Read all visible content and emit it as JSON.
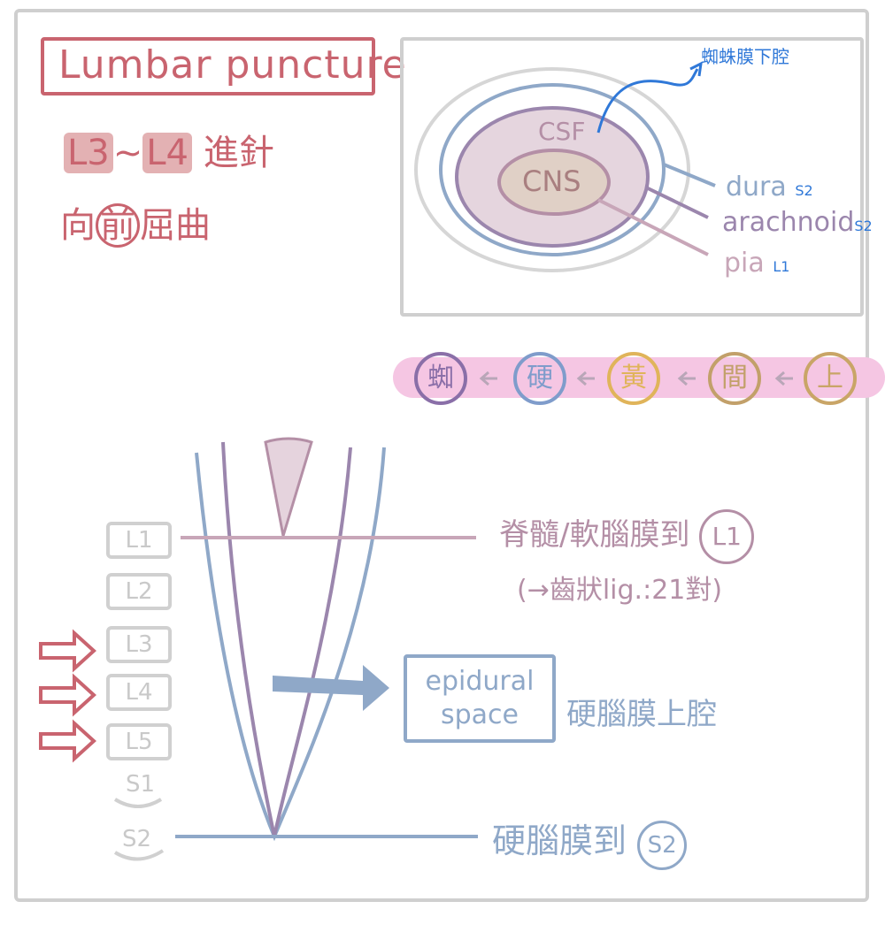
{
  "title": "Lumbar puncture",
  "notes": {
    "level_a": "L3",
    "tilde": "~",
    "level_b": "L4",
    "needle": "進針",
    "flex_pre": "向",
    "flex_circled": "前",
    "flex_post": "屈曲"
  },
  "meninges": {
    "subarachnoid_label": "蜘蛛膜下腔",
    "csf": "CSF",
    "cns": "CNS",
    "dura": "dura",
    "dura_level": "S2",
    "arachnoid": "arachnoid",
    "arachnoid_level": "S2",
    "pia": "pia",
    "pia_level": "L1"
  },
  "sequence": [
    {
      "label": "蜘",
      "color": "#8a6fa8"
    },
    {
      "label": "硬",
      "color": "#7f9ccb"
    },
    {
      "label": "黃",
      "color": "#e0b45a"
    },
    {
      "label": "間",
      "color": "#c2a06a"
    },
    {
      "label": "上",
      "color": "#c9a567"
    }
  ],
  "spine": {
    "vertebrae": [
      "L1",
      "L2",
      "L3",
      "L4",
      "L5"
    ],
    "sacral": [
      "S1",
      "S2"
    ],
    "cord_note": "脊髓/軟腦膜到",
    "cord_level": "L1",
    "dentate_note": "(→齒狀lig.:21對)",
    "epidural_label": "epidural space",
    "epidural_cn": "硬腦膜上腔",
    "dura_note": "硬腦膜到",
    "dura_level": "S2"
  },
  "colors": {
    "red": "#c9646f",
    "blue": "#8fa8c8",
    "purple": "#9b86ad",
    "mauve": "#b48fa6",
    "gray": "#cfcfcf",
    "pink_band": "#f5c6e3"
  }
}
